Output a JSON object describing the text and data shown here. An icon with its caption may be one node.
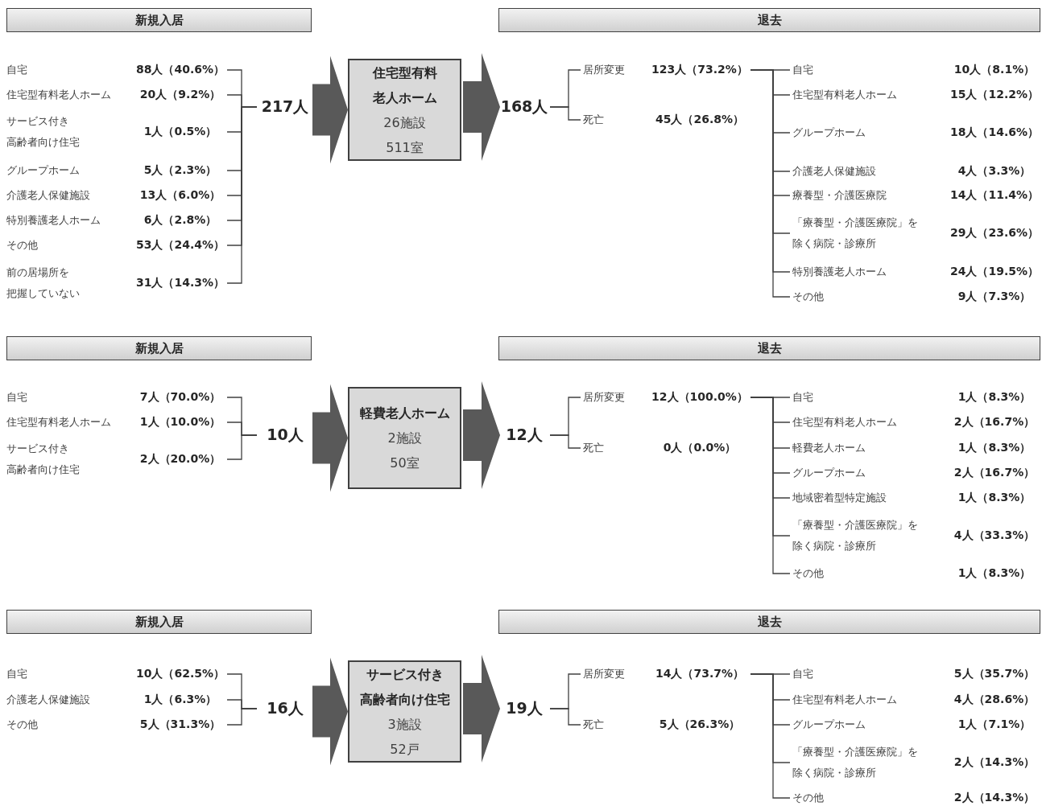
{
  "diagram": {
    "nodes": [
      {
        "text": [
          "新規入居"
        ]
      },
      {
        "text": [
          "退去"
        ]
      },
      {
        "text": [
          "自宅",
          "88人（40.6%）"
        ]
      },
      {
        "text": [
          "住宅型有料老人ホーム",
          "20人（9.2%）"
        ]
      },
      {
        "text": [
          "サービス付き高齢者向け住宅",
          "1人（0.5%）"
        ]
      },
      {
        "text": [
          "グループホーム",
          "5人（2.3%）"
        ]
      },
      {
        "text": [
          "介護老人保健施設",
          "13人（6.0%）"
        ]
      },
      {
        "text": [
          "特別養護老人ホーム",
          "6人（2.8%）"
        ]
      },
      {
        "text": [
          "その他",
          "53人（24.4%）"
        ]
      },
      {
        "text": [
          "前の居場所を把握していない",
          "31人（14.3%）"
        ]
      },
      {
        "text": [
          "217人"
        ]
      },
      {
        "text": [
          "住宅型有料老人ホーム",
          "26施設",
          "511室"
        ]
      },
      {
        "text": [
          "168人"
        ]
      },
      {
        "text": [
          "居所変更",
          "123人（73.2%）"
        ]
      },
      {
        "text": [
          "死亡",
          "45人（26.8%）"
        ]
      },
      {
        "text": [
          "自宅",
          "10人（8.1%）"
        ]
      },
      {
        "text": [
          "住宅型有料老人ホーム",
          "15人（12.2%）"
        ]
      },
      {
        "text": [
          "グループホーム",
          "18人（14.6%）"
        ]
      },
      {
        "text": [
          "介護老人保健施設",
          "4人（3.3%）"
        ]
      },
      {
        "text": [
          "療養型・介護医療院",
          "14人（11.4%）"
        ]
      },
      {
        "text": [
          "「療養型・介護医療院」を除く病院・診療所",
          "29人（23.6%）"
        ]
      },
      {
        "text": [
          "特別養護老人ホーム",
          "24人（19.5%）"
        ]
      },
      {
        "text": [
          "その他",
          "9人（7.3%）"
        ]
      },
      {
        "text": [
          "新規入居"
        ]
      },
      {
        "text": [
          "退去"
        ]
      },
      {
        "text": [
          "自宅",
          "7人（70.0%）"
        ]
      },
      {
        "text": [
          "住宅型有料老人ホーム",
          "1人（10.0%）"
        ]
      },
      {
        "text": [
          "サービス付き高齢者向け住宅",
          "2人（20.0%）"
        ]
      },
      {
        "text": [
          "10人"
        ]
      },
      {
        "text": [
          "軽費老人ホーム",
          "2施設",
          "50室"
        ]
      },
      {
        "text": [
          "12人"
        ]
      },
      {
        "text": [
          "居所変更",
          "12人（100.0%）"
        ]
      },
      {
        "text": [
          "死亡",
          "0人（0.0%）"
        ]
      },
      {
        "text": [
          "自宅",
          "1人（8.3%）"
        ]
      },
      {
        "text": [
          "住宅型有料老人ホーム",
          "2人（16.7%）"
        ]
      },
      {
        "text": [
          "軽費老人ホーム",
          "1人（8.3%）"
        ]
      },
      {
        "text": [
          "グループホーム",
          "2人（16.7%）"
        ]
      },
      {
        "text": [
          "地域密着型特定施設",
          "1人（8.3%）"
        ]
      },
      {
        "text": [
          "「療養型・介護医療院」を除く病院・診療所",
          "4人（33.3%）"
        ]
      },
      {
        "text": [
          "その他",
          "1人（8.3%）"
        ]
      },
      {
        "text": [
          "新規入居"
        ]
      },
      {
        "text": [
          "退去"
        ]
      },
      {
        "text": [
          "自宅",
          "10人（62.5%）"
        ]
      },
      {
        "text": [
          "介護老人保健施設",
          "1人（6.3%）"
        ]
      },
      {
        "text": [
          "その他",
          "5人（31.3%）"
        ]
      },
      {
        "text": [
          "16人"
        ]
      },
      {
        "text": [
          "サービス付き高齢者向け住宅",
          "3施設",
          "52戸"
        ]
      },
      {
        "text": [
          "19人"
        ]
      },
      {
        "text": [
          "居所変更",
          "14人（73.7%）"
        ]
      },
      {
        "text": [
          "死亡",
          "5人（26.3%）"
        ]
      },
      {
        "text": [
          "自宅",
          "5人（35.7%）"
        ]
      },
      {
        "text": [
          "住宅型有料老人ホーム",
          "4人（28.6%）"
        ]
      },
      {
        "text": [
          "グループホーム",
          "1人（7.1%）"
        ]
      },
      {
        "text": [
          "「療養型・介護医療院」を除く病院・診療所",
          "2人（14.3%）"
        ]
      },
      {
        "text": [
          "その他",
          "2人（14.3%）"
        ]
      }
    ],
    "edges": [
      {
        "from": 2,
        "to": 10,
        "arrow": "none"
      },
      {
        "from": 3,
        "to": 10,
        "arrow": "none"
      },
      {
        "from": 4,
        "to": 10,
        "arrow": "none"
      },
      {
        "from": 5,
        "to": 10,
        "arrow": "none"
      },
      {
        "from": 6,
        "to": 10,
        "arrow": "none"
      },
      {
        "from": 7,
        "to": 10,
        "arrow": "none"
      },
      {
        "from": 8,
        "to": 10,
        "arrow": "none"
      },
      {
        "from": 9,
        "to": 10,
        "arrow": "none"
      },
      {
        "from": 10,
        "to": 11,
        "arrow": "to",
        "style": "thick",
        "color": "#595959"
      },
      {
        "from": 11,
        "to": 12,
        "arrow": "to",
        "style": "thick",
        "color": "#595959"
      },
      {
        "from": 12,
        "to": 13,
        "arrow": "none"
      },
      {
        "from": 12,
        "to": 14,
        "arrow": "none"
      },
      {
        "from": 13,
        "to": 15,
        "arrow": "none"
      },
      {
        "from": 13,
        "to": 16,
        "arrow": "none"
      },
      {
        "from": 13,
        "to": 17,
        "arrow": "none"
      },
      {
        "from": 13,
        "to": 18,
        "arrow": "none"
      },
      {
        "from": 13,
        "to": 19,
        "arrow": "none"
      },
      {
        "from": 13,
        "to": 20,
        "arrow": "none"
      },
      {
        "from": 13,
        "to": 21,
        "arrow": "none"
      },
      {
        "from": 13,
        "to": 22,
        "arrow": "none"
      },
      {
        "from": 25,
        "to": 28,
        "arrow": "none"
      },
      {
        "from": 26,
        "to": 28,
        "arrow": "none"
      },
      {
        "from": 27,
        "to": 28,
        "arrow": "none"
      },
      {
        "from": 28,
        "to": 29,
        "arrow": "to",
        "style": "thick",
        "color": "#595959"
      },
      {
        "from": 29,
        "to": 30,
        "arrow": "to",
        "style": "thick",
        "color": "#595959"
      },
      {
        "from": 30,
        "to": 31,
        "arrow": "none"
      },
      {
        "from": 30,
        "to": 32,
        "arrow": "none"
      },
      {
        "from": 31,
        "to": 33,
        "arrow": "none"
      },
      {
        "from": 31,
        "to": 34,
        "arrow": "none"
      },
      {
        "from": 31,
        "to": 35,
        "arrow": "none"
      },
      {
        "from": 31,
        "to": 36,
        "arrow": "none"
      },
      {
        "from": 31,
        "to": 37,
        "arrow": "none"
      },
      {
        "from": 31,
        "to": 38,
        "arrow": "none"
      },
      {
        "from": 31,
        "to": 39,
        "arrow": "none"
      },
      {
        "from": 42,
        "to": 45,
        "arrow": "none"
      },
      {
        "from": 43,
        "to": 45,
        "arrow": "none"
      },
      {
        "from": 44,
        "to": 45,
        "arrow": "none"
      },
      {
        "from": 45,
        "to": 46,
        "arrow": "to",
        "style": "thick",
        "color": "#595959"
      },
      {
        "from": 46,
        "to": 47,
        "arrow": "to",
        "style": "thick",
        "color": "#595959"
      },
      {
        "from": 47,
        "to": 48,
        "arrow": "none"
      },
      {
        "from": 47,
        "to": 49,
        "arrow": "none"
      },
      {
        "from": 48,
        "to": 50,
        "arrow": "none"
      },
      {
        "from": 48,
        "to": 51,
        "arrow": "none"
      },
      {
        "from": 48,
        "to": 52,
        "arrow": "none"
      },
      {
        "from": 48,
        "to": 53,
        "arrow": "none"
      },
      {
        "from": 48,
        "to": 54,
        "arrow": "none"
      }
    ]
  }
}
